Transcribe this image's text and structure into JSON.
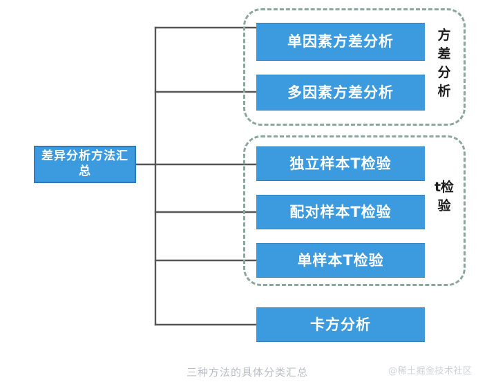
{
  "diagram": {
    "root": {
      "label": "差异分析方法汇总"
    },
    "groups": [
      {
        "name": "anova",
        "label": "方差分析",
        "items": [
          {
            "label": "单因素方差分析"
          },
          {
            "label": "多因素方差分析"
          }
        ]
      },
      {
        "name": "t-test",
        "label": "t检验",
        "items": [
          {
            "label": "独立样本T检验"
          },
          {
            "label": "配对样本T检验"
          },
          {
            "label": "单样本T检验"
          }
        ]
      }
    ],
    "standalone": [
      {
        "label": "卡方分析"
      }
    ]
  },
  "footer": {
    "caption": "三种方法的具体分类汇总",
    "watermark": "@稀土掘金技术社区"
  },
  "colors": {
    "node_fill": "#3c9ade",
    "node_border": "#2f7fbb",
    "group_dash": "#8ba69e",
    "edge": "#565656",
    "caption": "#b9bcc2",
    "watermark": "#cfd2d6"
  }
}
